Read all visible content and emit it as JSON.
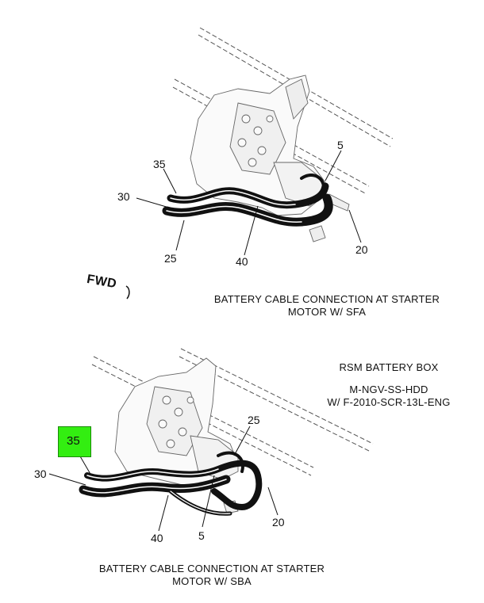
{
  "top_diagram": {
    "callouts": {
      "c35": "35",
      "c30": "30",
      "c25": "25",
      "c40": "40",
      "c5": "5",
      "c20": "20"
    },
    "caption_line1": "BATTERY CABLE CONNECTION AT STARTER",
    "caption_line2": "MOTOR W/ SFA"
  },
  "fwd_label": "FWD",
  "side_notes": {
    "title": "RSM BATTERY BOX",
    "line1": "M-NGV-SS-HDD",
    "line2": "W/ F-2010-SCR-13L-ENG"
  },
  "bottom_diagram": {
    "highlighted_callout": "35",
    "highlight_color": "#33ee11",
    "callouts": {
      "c30": "30",
      "c25": "25",
      "c40": "40",
      "c5": "5",
      "c20": "20"
    },
    "caption_line1": "BATTERY CABLE CONNECTION AT STARTER",
    "caption_line2": "MOTOR W/ SBA"
  }
}
